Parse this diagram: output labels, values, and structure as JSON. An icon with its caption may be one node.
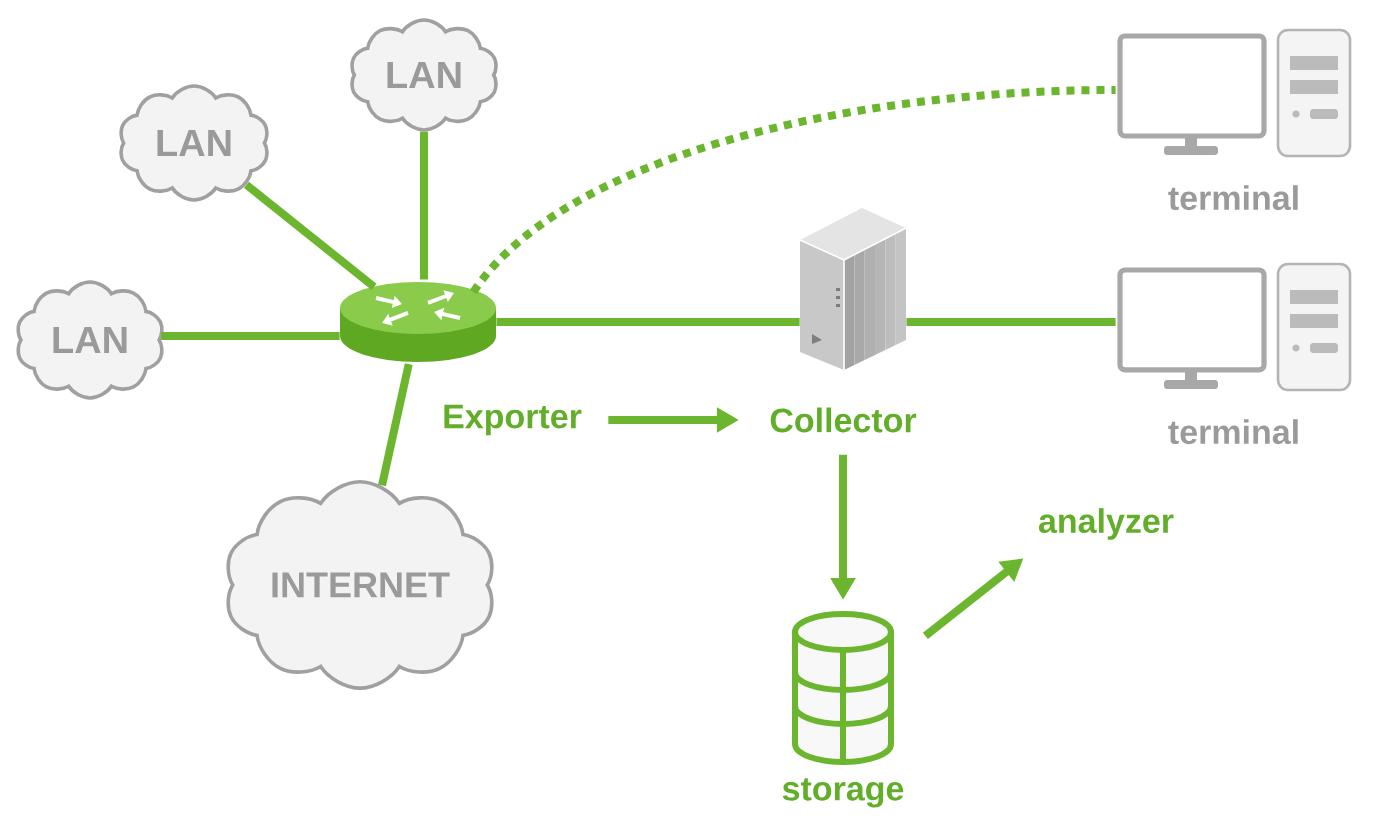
{
  "diagram": {
    "nodes": [
      {
        "text": [
          "LAN"
        ]
      },
      {
        "text": [
          "LAN"
        ]
      },
      {
        "text": [
          "terminal"
        ]
      },
      {
        "text": [
          "LAN"
        ]
      },
      {
        "text": [],
        "shape": "picture"
      },
      {
        "text": [],
        "shape": "picture"
      },
      {
        "text": [
          "terminal"
        ]
      },
      {
        "text": [
          "Exporter"
        ]
      },
      {
        "text": [
          "Collector"
        ]
      },
      {
        "text": [
          "analyzer"
        ]
      },
      {
        "text": [
          "INTERNET"
        ]
      },
      {
        "text": [
          "storage"
        ]
      }
    ],
    "edges": [
      {
        "from": 0,
        "to": 4,
        "arrow": "none"
      },
      {
        "from": 1,
        "to": 4,
        "arrow": "none"
      },
      {
        "from": 3,
        "to": 4,
        "arrow": "none"
      },
      {
        "from": 4,
        "to": 2,
        "arrow": "none",
        "style": "dashed"
      },
      {
        "from": 4,
        "to": 5,
        "arrow": "none"
      },
      {
        "from": 5,
        "to": 6,
        "arrow": "none"
      },
      {
        "from": 4,
        "to": 10,
        "arrow": "none"
      },
      {
        "from": 7,
        "to": 8,
        "arrow": "to"
      },
      {
        "from": 8,
        "to": 11,
        "arrow": "to"
      },
      {
        "from": 11,
        "to": 9,
        "arrow": "to"
      }
    ]
  }
}
